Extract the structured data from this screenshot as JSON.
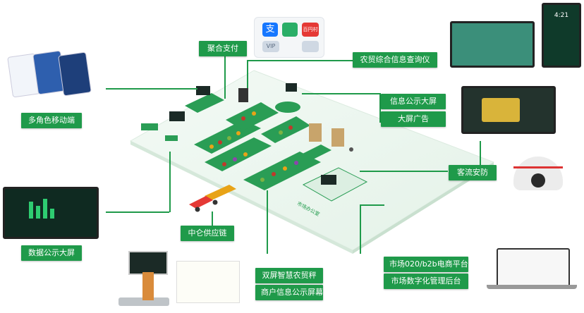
{
  "labels": {
    "payment": "聚合支付",
    "query_terminal": "农贸综合信息查询仪",
    "mobile": "多角色移动端",
    "info_screen": "信息公示大屏",
    "ad_screen": "大屏广告",
    "traffic_security": "客流安防",
    "data_screen": "数据公示大屏",
    "supply_chain": "中仑供应链",
    "smart_scale": "双屏智慧农贸秤",
    "merchant_screen": "商户信息公示屏幕",
    "ecommerce": "市场020/b2b电商平台",
    "admin_backend": "市场数字化管理后台",
    "office_sign": "市场办公室"
  },
  "payment_icons": {
    "alipay_glyph": "支",
    "vip_label": "VIP",
    "third_label": "百円村"
  },
  "clock": {
    "time": "4:21"
  },
  "colors": {
    "brand_green": "#1f9a4a",
    "floor": "#eef7f0",
    "alipay": "#1677ff",
    "wechat": "#2aae67",
    "red": "#e53935"
  }
}
